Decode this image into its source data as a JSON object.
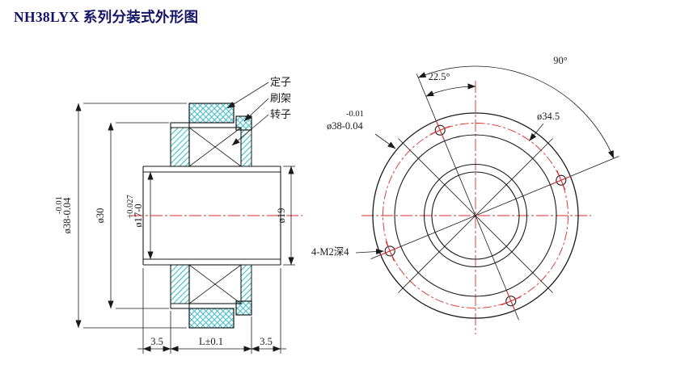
{
  "title": "NH38LYX 系列分装式外形图",
  "colors": {
    "outline": "#1a1a1a",
    "hatch": "#3bbccb",
    "centerline_red": "#d92b2b",
    "title_text": "#141466"
  },
  "section_view": {
    "part_labels": {
      "stator": "定子",
      "brush": "刷架",
      "rotor": "转子"
    },
    "dims": {
      "d38_tol": "-0.01",
      "d38_main": "ø38-0.04",
      "d30": "ø30",
      "d17_tol": "+0.027",
      "d17_main": "ø17-0",
      "d19": "ø19",
      "bottom_left": "3.5",
      "bottom_center": "L±0.1",
      "bottom_right": "3.5"
    }
  },
  "front_view": {
    "dims": {
      "angle_offset": "22.5°",
      "angle_span": "90°",
      "od_tol": "-0.01",
      "od_main": "ø38-0.04",
      "bolt_circle": "ø34.5",
      "tapped_holes": "4-M2深4"
    }
  }
}
